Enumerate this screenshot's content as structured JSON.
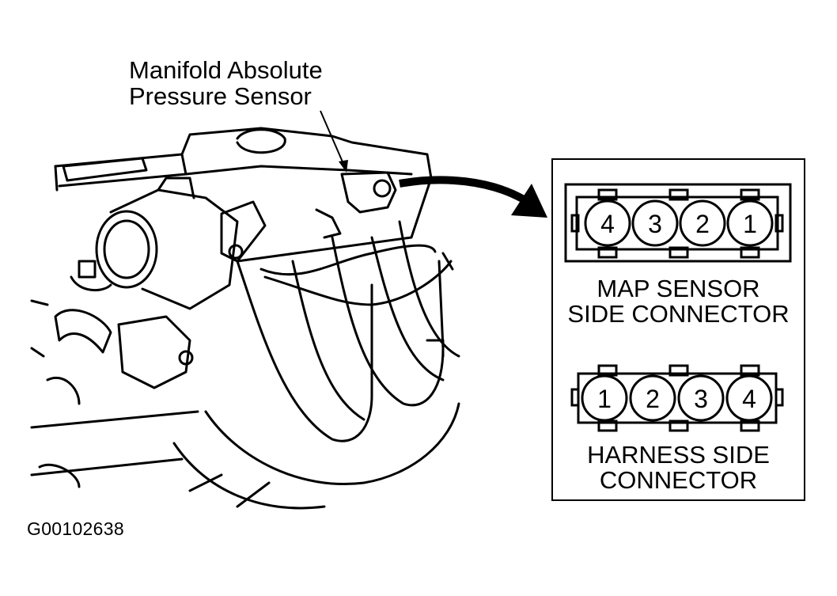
{
  "callout": {
    "line1": "Manifold Absolute",
    "line2": "Pressure Sensor"
  },
  "figure_id": "G00102638",
  "map_connector": {
    "pins": [
      "4",
      "3",
      "2",
      "1"
    ],
    "caption_line1": "MAP SENSOR",
    "caption_line2": "SIDE CONNECTOR"
  },
  "harness_connector": {
    "pins": [
      "1",
      "2",
      "3",
      "4"
    ],
    "caption_line1": "HARNESS SIDE",
    "caption_line2": "CONNECTOR"
  }
}
